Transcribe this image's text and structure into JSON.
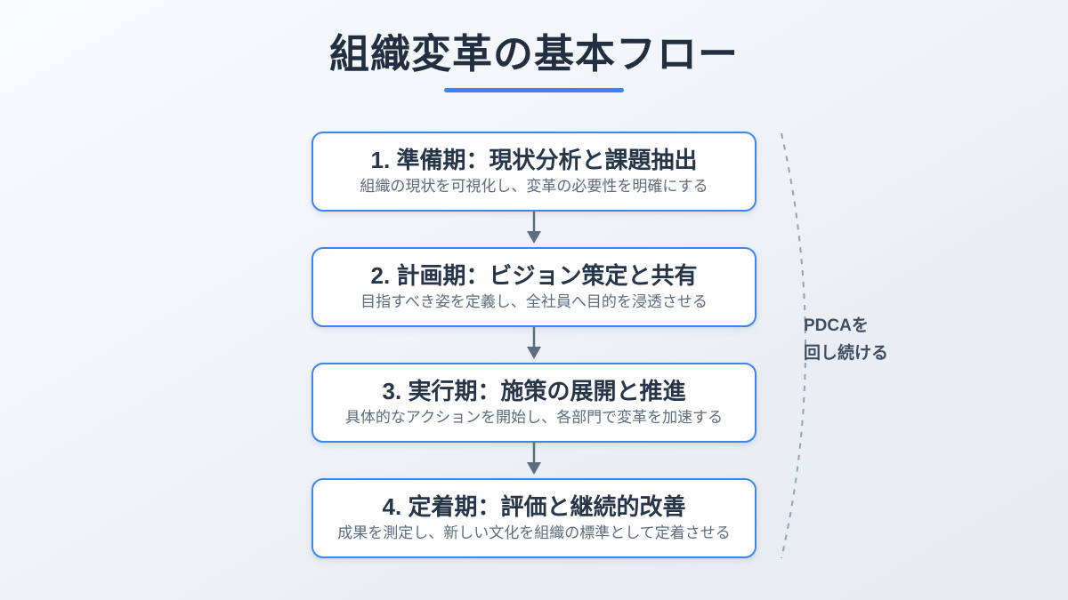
{
  "title": "組織変革の基本フロー",
  "steps": [
    {
      "heading": "1. 準備期：現状分析と課題抽出",
      "description": "組織の現状を可視化し、変革の必要性を明確にする"
    },
    {
      "heading": "2. 計画期：ビジョン策定と共有",
      "description": "目指すべき姿を定義し、全社員へ目的を浸透させる"
    },
    {
      "heading": "3. 実行期：施策の展開と推進",
      "description": "具体的なアクションを開始し、各部門で変革を加速する"
    },
    {
      "heading": "4. 定着期：評価と継続的改善",
      "description": "成果を測定し、新しい文化を組織の標準として定着させる"
    }
  ],
  "side_note": {
    "line1": "PDCAを",
    "line2": "回し続ける"
  },
  "colors": {
    "accent_blue": "#3b82f6",
    "box_border": "#3d85f0",
    "title_text": "#222f40",
    "heading_text": "#263548",
    "description_text": "#5d6c7e",
    "arrow": "#5d6d80",
    "dashed_loop": "#94a1b2",
    "background_start": "#f8fafd",
    "background_end": "#e6ebf2"
  }
}
